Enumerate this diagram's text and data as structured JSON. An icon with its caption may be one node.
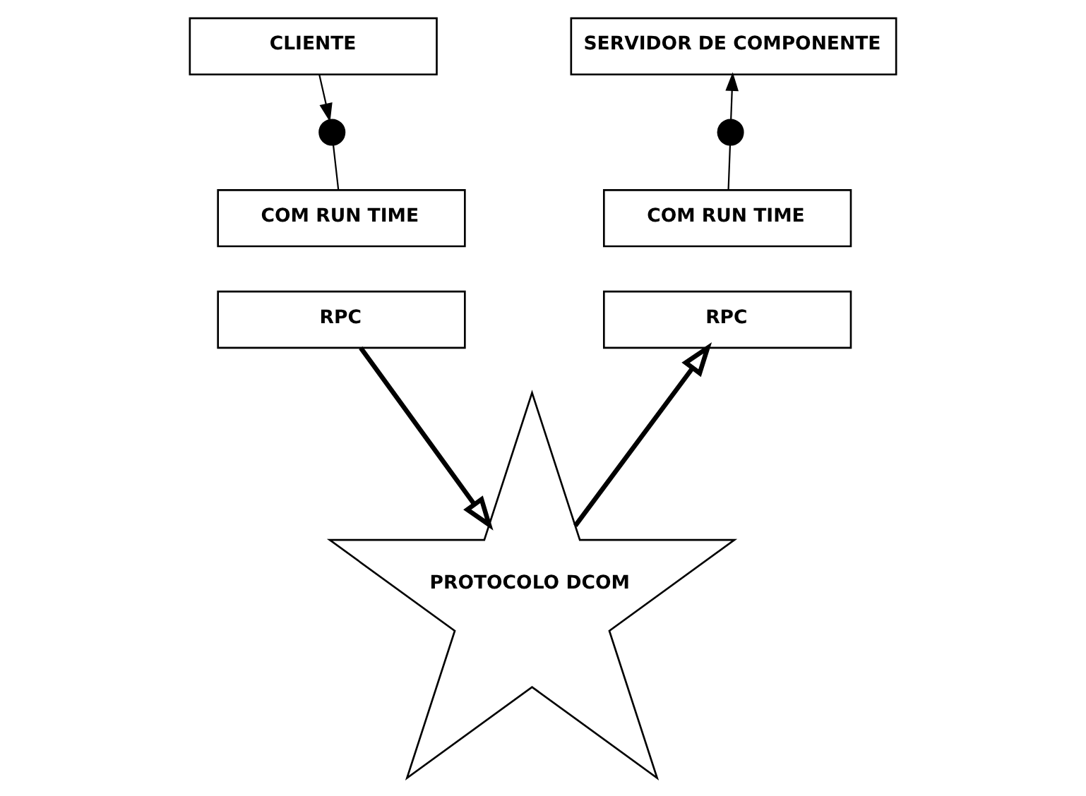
{
  "diagram": {
    "nodes": [
      {
        "text": [
          "CLIENTE"
        ]
      },
      {
        "text": [],
        "shape": "circle"
      },
      {
        "text": [
          "COM RUN TIME"
        ]
      },
      {
        "text": [
          "RPC"
        ]
      },
      {
        "text": [
          "SERVIDOR DE COMPONENTE"
        ]
      },
      {
        "text": [],
        "shape": "circle"
      },
      {
        "text": [
          "COM RUN TIME"
        ]
      },
      {
        "text": [
          "RPC"
        ]
      },
      {
        "text": [
          "PROTOCOLO DCOM"
        ]
      }
    ],
    "edges": [
      {
        "from": 0,
        "to": 1,
        "arrow": "to"
      },
      {
        "from": 1,
        "to": 2,
        "arrow": "none"
      },
      {
        "from": 6,
        "to": 5,
        "arrow": "none"
      },
      {
        "from": 5,
        "to": 4,
        "arrow": "to"
      },
      {
        "from": 3,
        "to": 8,
        "arrow": "to",
        "style": "thick"
      },
      {
        "from": 8,
        "to": 7,
        "arrow": "to",
        "style": "thick"
      }
    ]
  }
}
